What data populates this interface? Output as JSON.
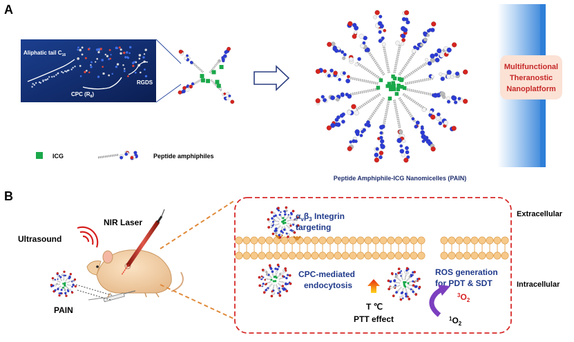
{
  "panel_a": {
    "label": "A",
    "molecule_labels": {
      "tail": "Aliphatic tail C",
      "tail_sub": "16",
      "cpc": "CPC (R",
      "cpc_sub": "8",
      "cpc_close": ")",
      "rgds": "RGDS"
    },
    "legend": {
      "icg": "ICG",
      "peptide": "Peptide amphiphiles"
    },
    "nanomicelle_caption": "Peptide Amphiphile-ICG Nanomicelles (PAIN)",
    "platform": {
      "line1": "Multifunctional",
      "line2": "Theranostic",
      "line3": "Nanoplatform"
    },
    "colors": {
      "icg": "#1aa84a",
      "platform_text": "#c62828",
      "platform_bg": "#fbe2d5",
      "arrow_bar": "#3f8fe0",
      "dna_blue": "#2b3bd6",
      "dna_red": "#d6241f"
    }
  },
  "panel_b": {
    "label": "B",
    "ultrasound": "Ultrasound",
    "nir_laser": "NIR Laser",
    "pain": "PAIN",
    "extracellular": "Extracellular",
    "intracellular": "Intracellular",
    "integrin_prefix": "α",
    "integrin_sub1": "v",
    "integrin_mid": "β",
    "integrin_sub2": "3",
    "integrin_suffix": " Integrin",
    "integrin_line2": "targeting",
    "cpc_line1": "CPC-mediated",
    "cpc_line2": "endocytosis",
    "ros_line1": "ROS generation",
    "ros_line2": "for PDT & SDT",
    "triplet_o2_sup": "3",
    "triplet_o2": "O",
    "triplet_o2_sub": "2",
    "singlet_o2_sup": "1",
    "singlet_o2": "O",
    "singlet_o2_sub": "2",
    "temp": "T ℃",
    "ptt": "PTT effect",
    "colors": {
      "dash_box": "#d62828",
      "membrane": "#f6c98a",
      "ros_text": "#1f3a8a",
      "purple_arrow": "#7b3fbf"
    }
  }
}
